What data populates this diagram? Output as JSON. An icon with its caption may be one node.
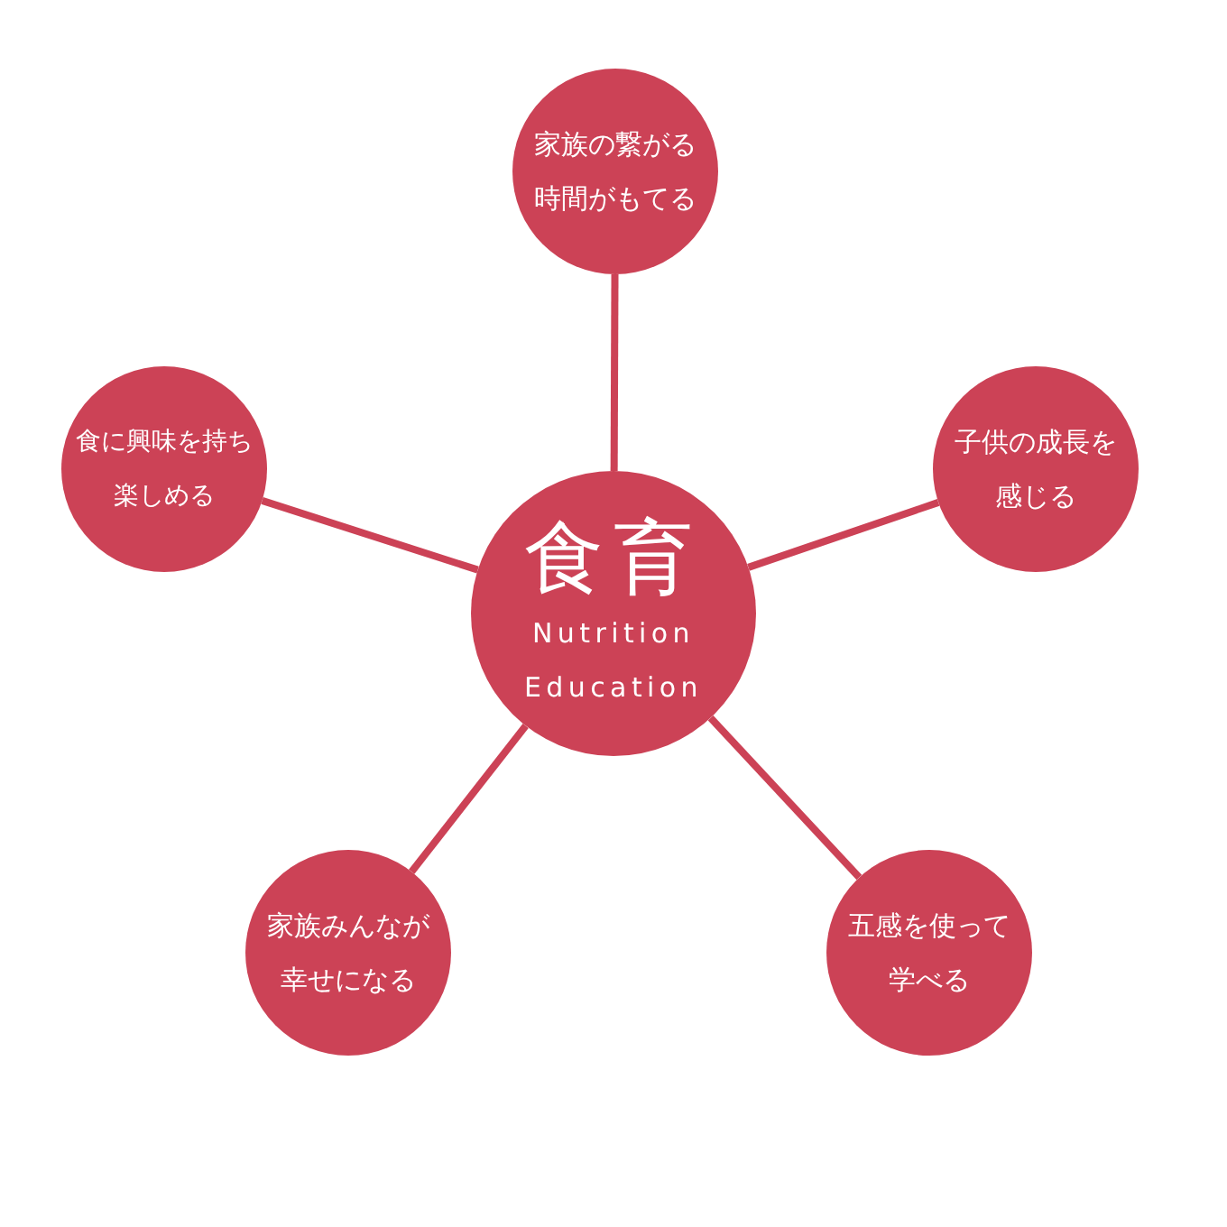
{
  "diagram": {
    "nodes": [
      {
        "text": [
          "家族の繋がる時間がもてる"
        ]
      },
      {
        "text": [
          "食に興味を持ち楽しめる"
        ]
      },
      {
        "text": [
          "子供の成長を感じる"
        ]
      },
      {
        "text": [
          "食育",
          "Nutrition Education"
        ]
      },
      {
        "text": [
          "家族みんなが幸せになる"
        ]
      },
      {
        "text": [
          "五感を使って学べる"
        ]
      }
    ],
    "edges": [
      {
        "from": 3,
        "to": 0,
        "arrow": "none"
      },
      {
        "from": 3,
        "to": 1,
        "arrow": "none"
      },
      {
        "from": 3,
        "to": 2,
        "arrow": "none"
      },
      {
        "from": 3,
        "to": 4,
        "arrow": "none"
      },
      {
        "from": 3,
        "to": 5,
        "arrow": "none"
      }
    ]
  }
}
